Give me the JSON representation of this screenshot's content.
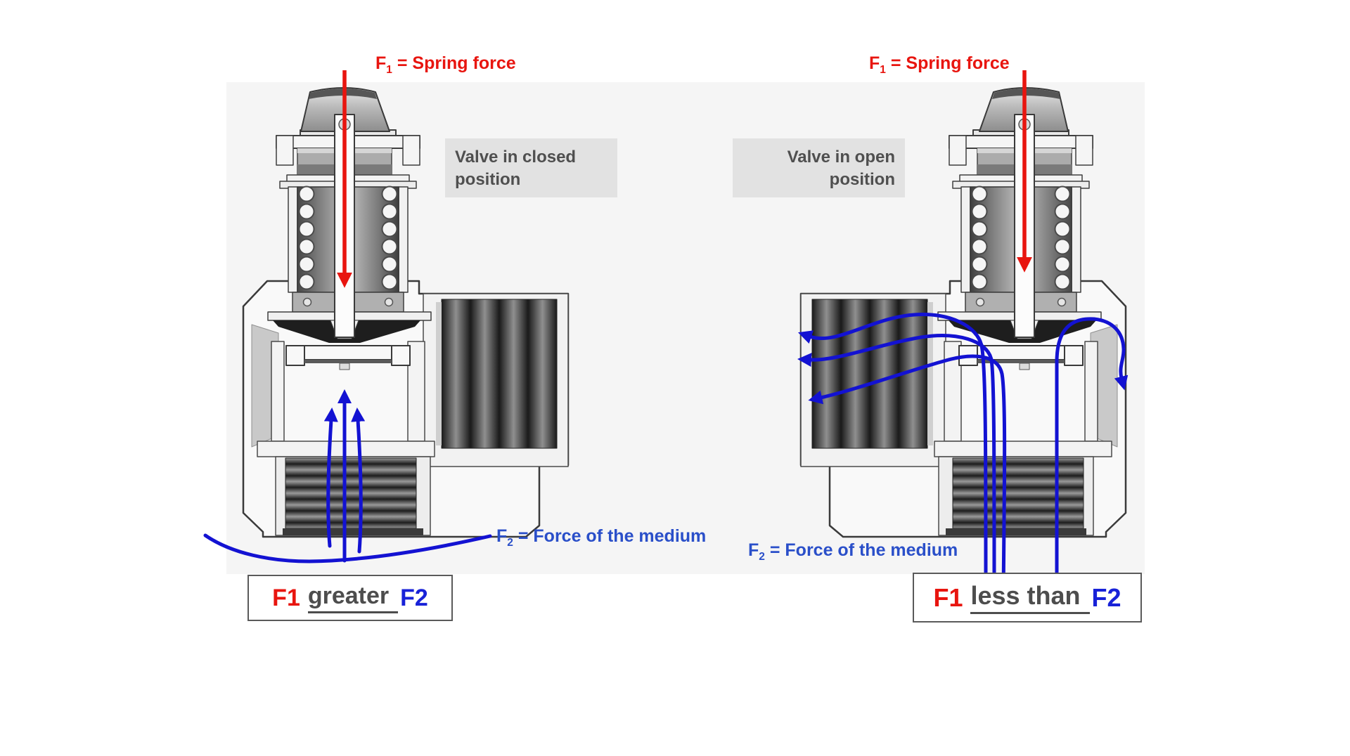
{
  "left_valve": {
    "spring_force_label": {
      "symbol": "F",
      "subscript": "1",
      "text": "= Spring force"
    },
    "state_label": "Valve in closed position",
    "medium_force_label": {
      "symbol": "F",
      "subscript": "2",
      "text": "= Force of the medium"
    },
    "conclusion": {
      "f1": "F1",
      "relation": "greater",
      "f2": "F2"
    }
  },
  "right_valve": {
    "spring_force_label": {
      "symbol": "F",
      "subscript": "1",
      "text": "= Spring force"
    },
    "state_label": "Valve in open position",
    "medium_force_label": {
      "symbol": "F",
      "subscript": "2",
      "text": "= Force of the medium"
    },
    "conclusion": {
      "f1": "F1",
      "relation": "less than",
      "f2": "F2"
    }
  },
  "colors": {
    "spring_force_red": "#e8150f",
    "medium_flow_blue": "#1312d2",
    "medium_text_blue": "#2a4fc9",
    "state_label_text": "#4f4f4f",
    "state_label_bg": "#e2e2e2",
    "conclusion_border": "#5a5a5a"
  }
}
